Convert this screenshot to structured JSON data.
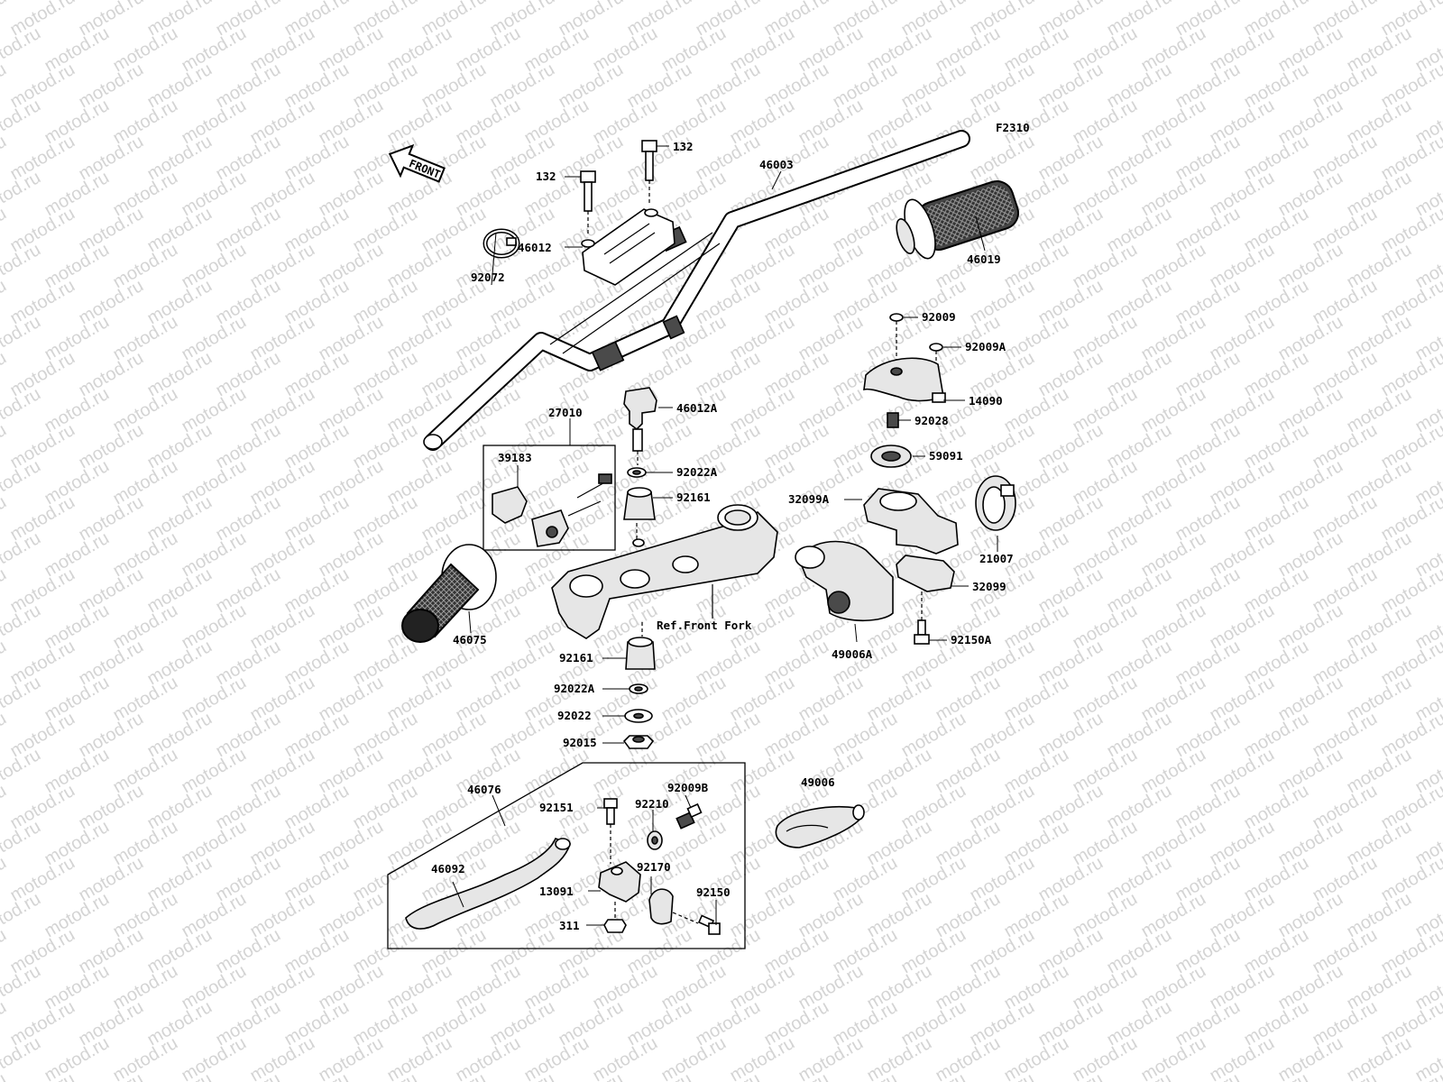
{
  "figure_code": "F2310",
  "watermark": "motod.ru",
  "front_arrow": "FRONT",
  "reference_note": "Ref.Front Fork",
  "labels": {
    "p132a": "132",
    "p132b": "132",
    "p46003": "46003",
    "p46012": "46012",
    "p46019": "46019",
    "p92072": "92072",
    "p92009": "92009",
    "p92009A": "92009A",
    "p14090": "14090",
    "p46012A": "46012A",
    "p27010": "27010",
    "p92028": "92028",
    "p39183": "39183",
    "p59091": "59091",
    "p92022A": "92022A",
    "p92161": "92161",
    "p32099A": "32099A",
    "p21007": "21007",
    "p32099": "32099",
    "p46075": "46075",
    "p92150A": "92150A",
    "p49006A": "49006A",
    "p92161b": "92161",
    "p92022Ab": "92022A",
    "p92022": "92022",
    "p92015": "92015",
    "p46076": "46076",
    "p49006": "49006",
    "p92151": "92151",
    "p92009B": "92009B",
    "p92210": "92210",
    "p46092": "46092",
    "p92170": "92170",
    "p13091": "13091",
    "p92150": "92150",
    "p311": "311"
  }
}
